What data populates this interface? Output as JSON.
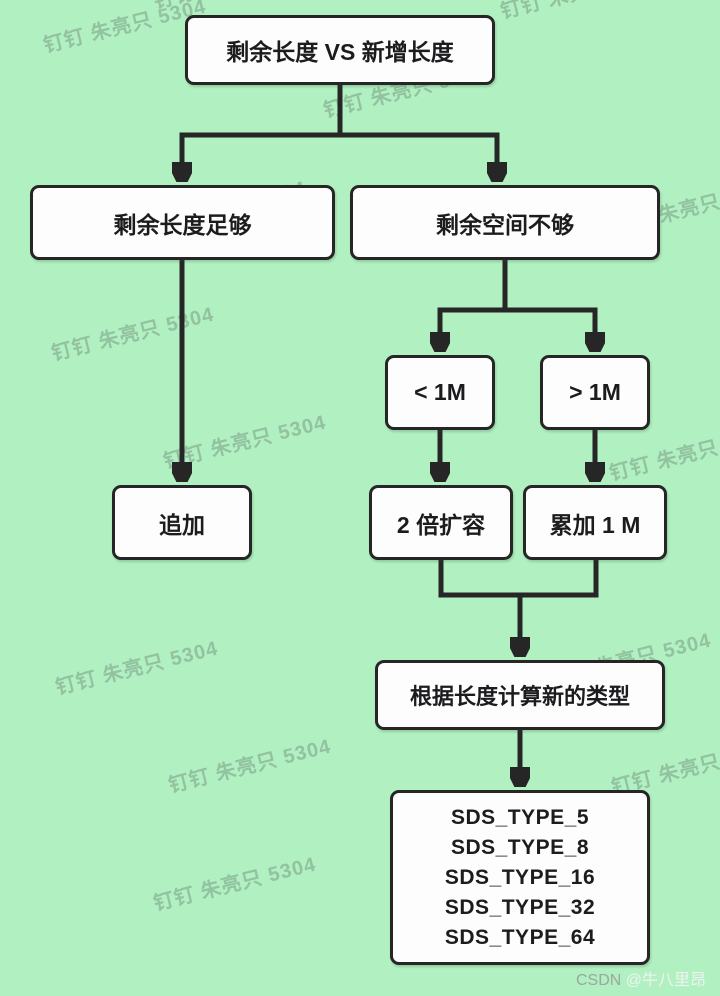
{
  "bg_color": "#b1f0c1",
  "line_color": "#262626",
  "watermark": {
    "text": "钉钉 朱亮只 5304"
  },
  "credit": {
    "prefix": "CSDN ",
    "user": "@牛八里昂"
  },
  "flowchart": {
    "root": "剩余长度  VS 新增长度",
    "left_branch": "剩余长度足够",
    "right_branch": "剩余空间不够",
    "less_1m": "< 1M",
    "greater_1m": "> 1M",
    "append": "追加",
    "double_expand": "2 倍扩容",
    "add_1m": "累加 1 M",
    "calc_type": "根据长度计算新的类型",
    "sds_types": [
      "SDS_TYPE_5",
      "SDS_TYPE_8",
      "SDS_TYPE_16",
      "SDS_TYPE_32",
      "SDS_TYPE_64"
    ]
  }
}
